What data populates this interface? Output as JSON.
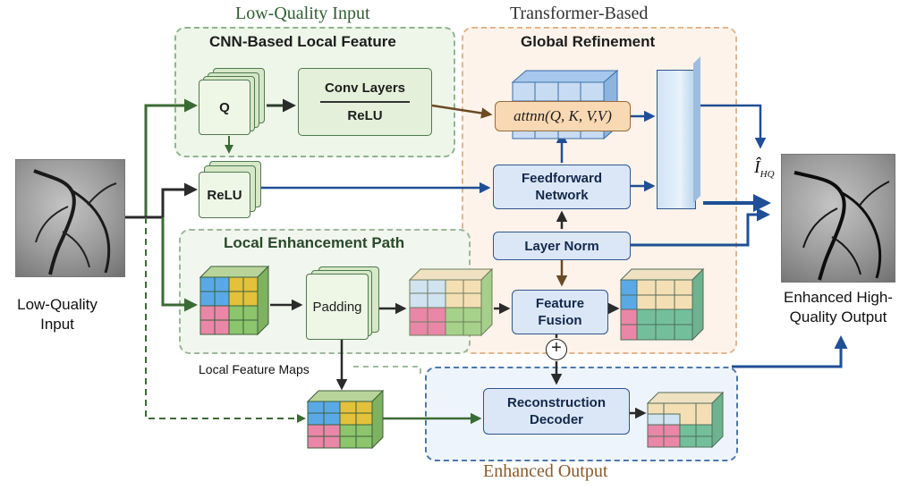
{
  "regions": {
    "top_left_label": "Low-Quality Input",
    "top_right_label": "Transformer-Based",
    "cnn_title": "CNN-Based Local Feature",
    "global_title": "Global Refinement",
    "local_path_title": "Local Enhancement Path",
    "bottom_label": "Enhanced Output"
  },
  "blocks": {
    "q": "Q",
    "relu": "ReLU",
    "conv_top": "Conv Layers",
    "conv_bottom": "ReLU",
    "padding": "Padding",
    "attn_prefix": "attnn(",
    "attn_args": "Q, K, V,V",
    "attn_suffix": ")",
    "feedforward_line1": "Feedforward",
    "feedforward_line2": "Network",
    "layer_norm": "Layer Norm",
    "fusion_line1": "Feature",
    "fusion_line2": "Fusion",
    "recon_line1": "Reconstruction",
    "recon_line2": "Decoder",
    "plus": "+"
  },
  "labels": {
    "input": "Low-Quality Input",
    "output": "Enhanced High-Quality Output",
    "local_feature_maps": "Local Feature Maps",
    "ihq_symbol": "Î",
    "ihq_sub": "HQ"
  },
  "colors": {
    "green_arrow": "#3b6b34",
    "blue_arrow": "#1f4f96",
    "brown_arrow": "#6b4a24",
    "cube_blue": "#5aa9e6",
    "cube_yellow": "#e4c13a",
    "cube_pink": "#ea86a8",
    "cube_green": "#8cc56c",
    "cube_teal": "#73bf9c",
    "cube_cream": "#f4dfb5",
    "cube_lightblue": "#cfe3f1"
  }
}
